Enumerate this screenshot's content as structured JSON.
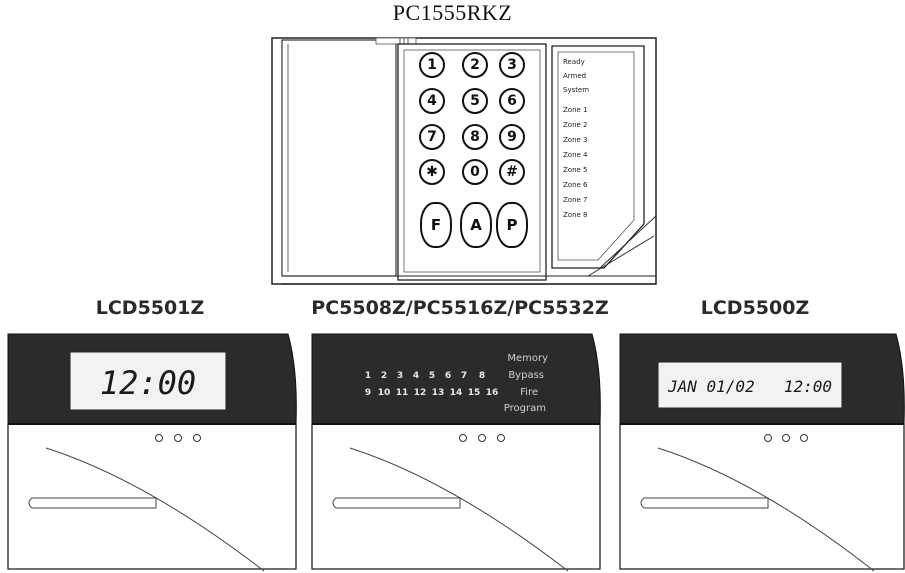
{
  "top_title": "PC1555RKZ",
  "keypad": {
    "keys": [
      "1",
      "2",
      "3",
      "4",
      "5",
      "6",
      "7",
      "8",
      "9",
      "✱",
      "0",
      "#"
    ],
    "function_keys": [
      "F",
      "A",
      "P"
    ],
    "led_labels": [
      "Ready",
      "Armed",
      "System",
      "Zone 1",
      "Zone 2",
      "Zone 3",
      "Zone 4",
      "Zone 5",
      "Zone 6",
      "Zone 7",
      "Zone 8"
    ]
  },
  "units": [
    {
      "title": "LCD5501Z",
      "display": "12:00"
    },
    {
      "title": "PC5508Z/PC5516Z/PC5532Z",
      "zones_row1": [
        "1",
        "2",
        "3",
        "4",
        "5",
        "6",
        "7",
        "8"
      ],
      "zones_row2": [
        "9",
        "10",
        "11",
        "12",
        "13",
        "14",
        "15",
        "16"
      ],
      "status": [
        "Memory",
        "Bypass",
        "Fire",
        "Program"
      ]
    },
    {
      "title": "LCD5500Z",
      "display_date": "JAN 01/02",
      "display_time": "12:00"
    }
  ]
}
